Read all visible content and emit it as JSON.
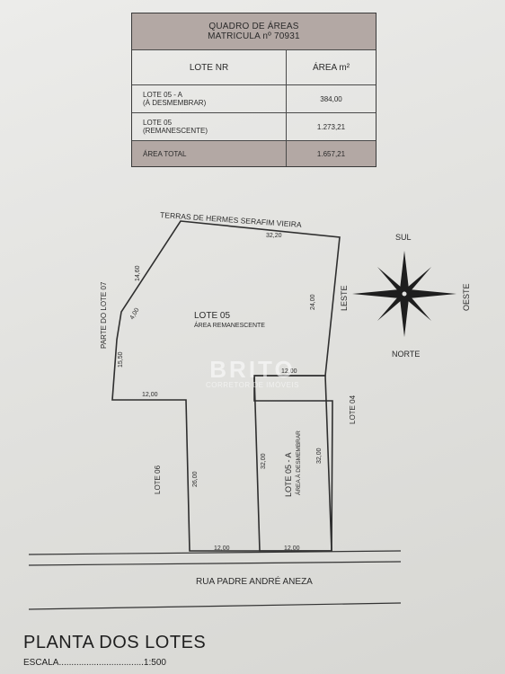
{
  "table": {
    "title": "QUADRO DE ÁREAS",
    "subtitle": "MATRICULA nº 70931",
    "col_lote": "LOTE NR",
    "col_area": "ÁREA m²",
    "rows": [
      {
        "lote_line1": "LOTE 05 - A",
        "lote_line2": "(À DESMEMBRAR)",
        "area": "384,00"
      },
      {
        "lote_line1": "LOTE 05",
        "lote_line2": "(REMANESCENTE)",
        "area": "1.273,21"
      }
    ],
    "total_label": "ÁREA TOTAL",
    "total_value": "1.657,21"
  },
  "plan": {
    "top_neighbor": "TERRAS DE HERMES SERAFIM VIEIRA",
    "left_neighbor": "PARTE DO LOTE 07",
    "right_neighbor": "LOTE 04",
    "lower_left_neighbor": "LOTE 06",
    "street": "RUA PADRE ANDRÉ ANEZA",
    "main_lot_title": "LOTE 05",
    "main_lot_sub": "ÁREA REMANESCENTE",
    "sub_lot_title": "LOTE 05 - A",
    "sub_lot_sub": "ÁREA À DESMEMBRAR",
    "dims": {
      "top": "32,20",
      "right_upper": "24,00",
      "left_a": "14,60",
      "left_b": "4,00",
      "left_c": "15,50",
      "step_horizontal": "12,00",
      "left_lower": "26,00",
      "sub_top": "12,00",
      "sub_left": "32,00",
      "sub_right": "32,00",
      "bottom_left": "12,00",
      "bottom_right": "12,00"
    }
  },
  "compass": {
    "north": "NORTE",
    "south": "SUL",
    "east": "LESTE",
    "west": "OESTE"
  },
  "watermark": {
    "brand": "BRITO",
    "sub": "CORRETOR DE IMÓVEIS"
  },
  "footer": {
    "title": "PLANTA DOS LOTES",
    "scale_label": "ESCALA..................................1:500"
  },
  "colors": {
    "table_header_bg": "#b3a8a4",
    "line": "#2f2f2f",
    "paper": "#e4e4e2"
  }
}
